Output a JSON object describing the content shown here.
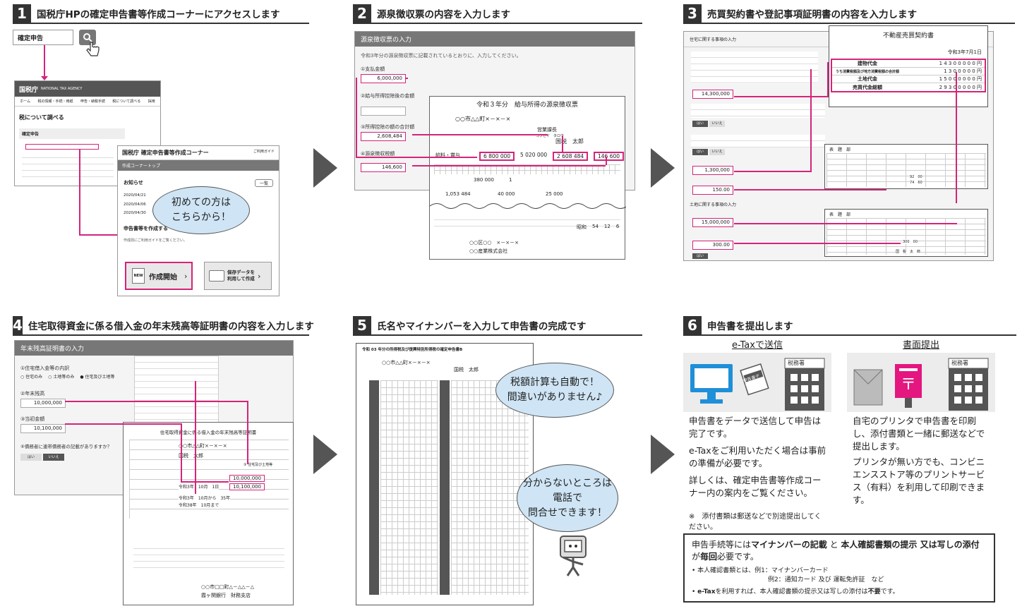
{
  "steps": [
    {
      "num": "1",
      "title": "国税庁HPの確定申告書等作成コーナーにアクセスします"
    },
    {
      "num": "2",
      "title": "源泉徴収票の内容を入力します"
    },
    {
      "num": "3",
      "title": "売買契約書や登記事項証明書の内容を入力します"
    },
    {
      "num": "4",
      "title": "住宅取得資金に係る借入金の年末残高等証明書の内容を入力します"
    },
    {
      "num": "5",
      "title": "氏名やマイナンバーを入力して申告書の完成です"
    },
    {
      "num": "6",
      "title": "申告書を提出します"
    }
  ],
  "step1": {
    "search_value": "確定申告",
    "site_name": "国税庁",
    "site_sub": "NATIONAL TAX AGENCY",
    "nav": [
      "ホーム",
      "税の情報・手続・用紙",
      "申告・納税手続",
      "税について調べる",
      "採用"
    ],
    "page_heading": "税について調べる",
    "section": "確定申告",
    "corner_title": "国税庁 確定申告書等作成コーナー",
    "corner_help": "ご利用ガイド",
    "corner_top": "作成コーナートップ",
    "notice": "お知らせ",
    "notice_btn": "一覧",
    "dates": [
      "2020/04/21",
      "2020/04/06",
      "2020/04/30"
    ],
    "create_heading": "申告書等を作成する",
    "create_note": "作成前にご利用ガイドをご覧ください。",
    "btn_new_badge": "NEW",
    "btn_start": "作成開始",
    "btn_saved_1": "保存データを",
    "btn_saved_2": "利用して作成",
    "bubble_1": "初めての方は",
    "bubble_2": "こちらから！"
  },
  "step2": {
    "form_title": "源泉徴収票の入力",
    "intro": "令和3年分の源泉徴収票に記載されているとおりに、入力してください。",
    "f1_label": "①支払金額",
    "f1_value": "6,000,000",
    "f2_label": "②給与所得控除後の金額",
    "f3_label": "③所得控除の額の合計額",
    "f3_value": "2,608,484",
    "f4_label": "④源泉徴収税額",
    "f4_value": "146,600",
    "slip_title": "令和３年分　給与所得の源泉徴収票",
    "address": "○○市△△町×－×－×",
    "position": "営業課長",
    "name_kana": "コクゼイ　タロウ",
    "name": "国税　太郎",
    "kind": "給料・賞与",
    "amounts": [
      "6 800 000",
      "5 020 000",
      "2 608 484",
      "146 600"
    ],
    "row2": [
      "380 000",
      "1"
    ],
    "row3": [
      "1,053 484",
      "40 000",
      "25 000"
    ],
    "birth": [
      "昭和",
      "54",
      "12",
      "6"
    ],
    "payer_addr": "○○区○○　×－×－×",
    "payer_name": "○○産業株式会社"
  },
  "step3": {
    "contract_title": "不動産売買契約書",
    "contract_date": "令和3年7月1日",
    "rows": [
      {
        "label": "建物代金",
        "value": "1 4 3 0 0 0 0 0 円"
      },
      {
        "label": "うち消費税額及び地方消費税額の合計額",
        "value": "1 3 0 0 0 0 0 円"
      },
      {
        "label": "土地代金",
        "value": "1 5 0 0 0 0 0 0 円"
      },
      {
        "label": "売買代金総額",
        "value": "2 9 3 0 0 0 0 0 円"
      }
    ],
    "form_head": "住宅に関する事項の入力",
    "home_head": "土地に関する事項の入力",
    "v1": "14,300,000",
    "v2": "1,300,000",
    "v3": "150.00",
    "v4": "15,000,000",
    "v5": "300.00",
    "yes": "はい",
    "no": "いいえ",
    "reg_title": "表　題　部",
    "reg_area_1": "92　00",
    "reg_area_2": "74　60",
    "reg_area_3": "300　00",
    "reg_owner": "国　税　太　郎"
  },
  "step4": {
    "form_title": "年末残高証明書の入力",
    "q1": "①住宅借入金等の内訳",
    "opt1": "住宅のみ",
    "opt2": "土地等のみ",
    "opt3": "住宅及び土地等",
    "q2": "②年末残高",
    "v2": "10,000,000",
    "q3": "③当初金額",
    "v3": "10,100,000",
    "q4": "④債務者に連帯債務者の記載がありますか？",
    "yes": "はい",
    "no": "いいえ",
    "cert_title": "住宅取得資金に係る借入金の年末残高等証明書",
    "cert_addr": "○○市△△町×－×－×",
    "cert_name": "国税　太郎",
    "cert_kind": "③ 住宅及び土地等",
    "cert_balance": "10,000,000",
    "cert_initial": "10,100,000",
    "cert_date": "令和3年　10月　1日",
    "cert_period": "令和3年　10月から　35年",
    "cert_period2": "令和38年　10月まで",
    "bank_addr": "○○市□□町△－△△－△",
    "bank_name": "霞ヶ関銀行　財務支店"
  },
  "step5": {
    "form_label": "令和 03 年分の所得税及び復興特別所得税の確定申告書B",
    "address": "○○市△△町×－×－×",
    "name": "国税　太郎",
    "bubble_a1": "税額計算も自動で！",
    "bubble_a2": "間違いがありません♪",
    "bubble_b1": "分からないところは",
    "bubble_b2": "電話で",
    "bubble_b3": "問合せできます！"
  },
  "step6": {
    "etax_title": "e-Taxで送信",
    "paper_title": "書面提出",
    "office_label": "税務署",
    "data_label": "申告書データ",
    "etax_p1": "申告書をデータで送信して申告は完了です。",
    "etax_p2": "e-Taxをご利用いただく場合は事前の準備が必要です。",
    "etax_p3": "詳しくは、確定申告書等作成コーナー内の案内をご覧ください。",
    "etax_note": "※　添付書類は郵送などで別途提出してください。",
    "paper_p1": "自宅のプリンタで申告書を印刷し、添付書類と一緒に郵送などで提出します。",
    "paper_p2": "プリンタが無い方でも、コンビニエンスストア等のプリントサービス（有料）を利用して印刷できます。",
    "note_main_1": "申告手続等には",
    "note_bold_1": "マイナンバーの記載",
    "note_main_2": " と ",
    "note_bold_2": "本人確認書類の提示 又は写しの添付",
    "note_main_3": " が",
    "note_bold_3": "毎回",
    "note_main_4": "必要です。",
    "note_item_1": "本人確認書類とは、例1：マイナンバーカード",
    "note_item_2": "例2：通知カード 及び 運転免許証　など",
    "note_item_3a": "e-Tax",
    "note_item_3b": "を利用すれば、本人確認書類の提示又は写しの添付は",
    "note_item_3c": "不要",
    "note_item_3d": "です。"
  },
  "colors": {
    "accent": "#d4247a",
    "bubble": "#cfe5f5",
    "monitor": "#1f8fd8",
    "post": "#e4167f"
  }
}
